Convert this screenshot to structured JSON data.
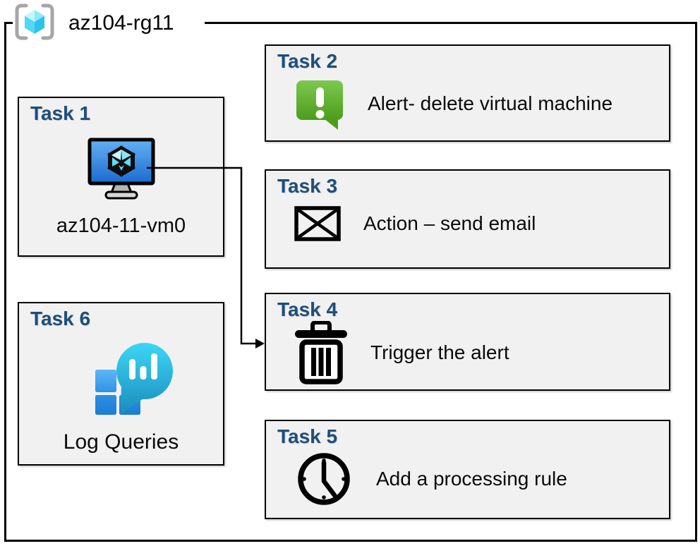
{
  "resource_group": {
    "title": "az104-rg11",
    "icon": "resource-group-icon"
  },
  "tasks": [
    {
      "label": "Task 1",
      "caption": "az104-11-vm0",
      "icon": "virtual-machine-icon"
    },
    {
      "label": "Task 2",
      "caption": "Alert- delete virtual machine",
      "icon": "alert-icon"
    },
    {
      "label": "Task 3",
      "caption": "Action – send email",
      "icon": "email-icon"
    },
    {
      "label": "Task 4",
      "caption": "Trigger the alert",
      "icon": "trash-icon"
    },
    {
      "label": "Task 5",
      "caption": "Add a processing rule",
      "icon": "clock-icon"
    },
    {
      "label": "Task 6",
      "caption": "Log Queries",
      "icon": "log-analytics-icon"
    }
  ],
  "connections": [
    {
      "from": "Task 1",
      "to": "Task 4",
      "style": "elbow-arrow"
    }
  ],
  "colors": {
    "task_label": "#1f4e79",
    "box_fill": "#f1f1f2",
    "border": "#000000",
    "alert_green": "#66b32e",
    "azure_blue": "#2e8ae0",
    "cube_cyan": "#50e6ff"
  }
}
